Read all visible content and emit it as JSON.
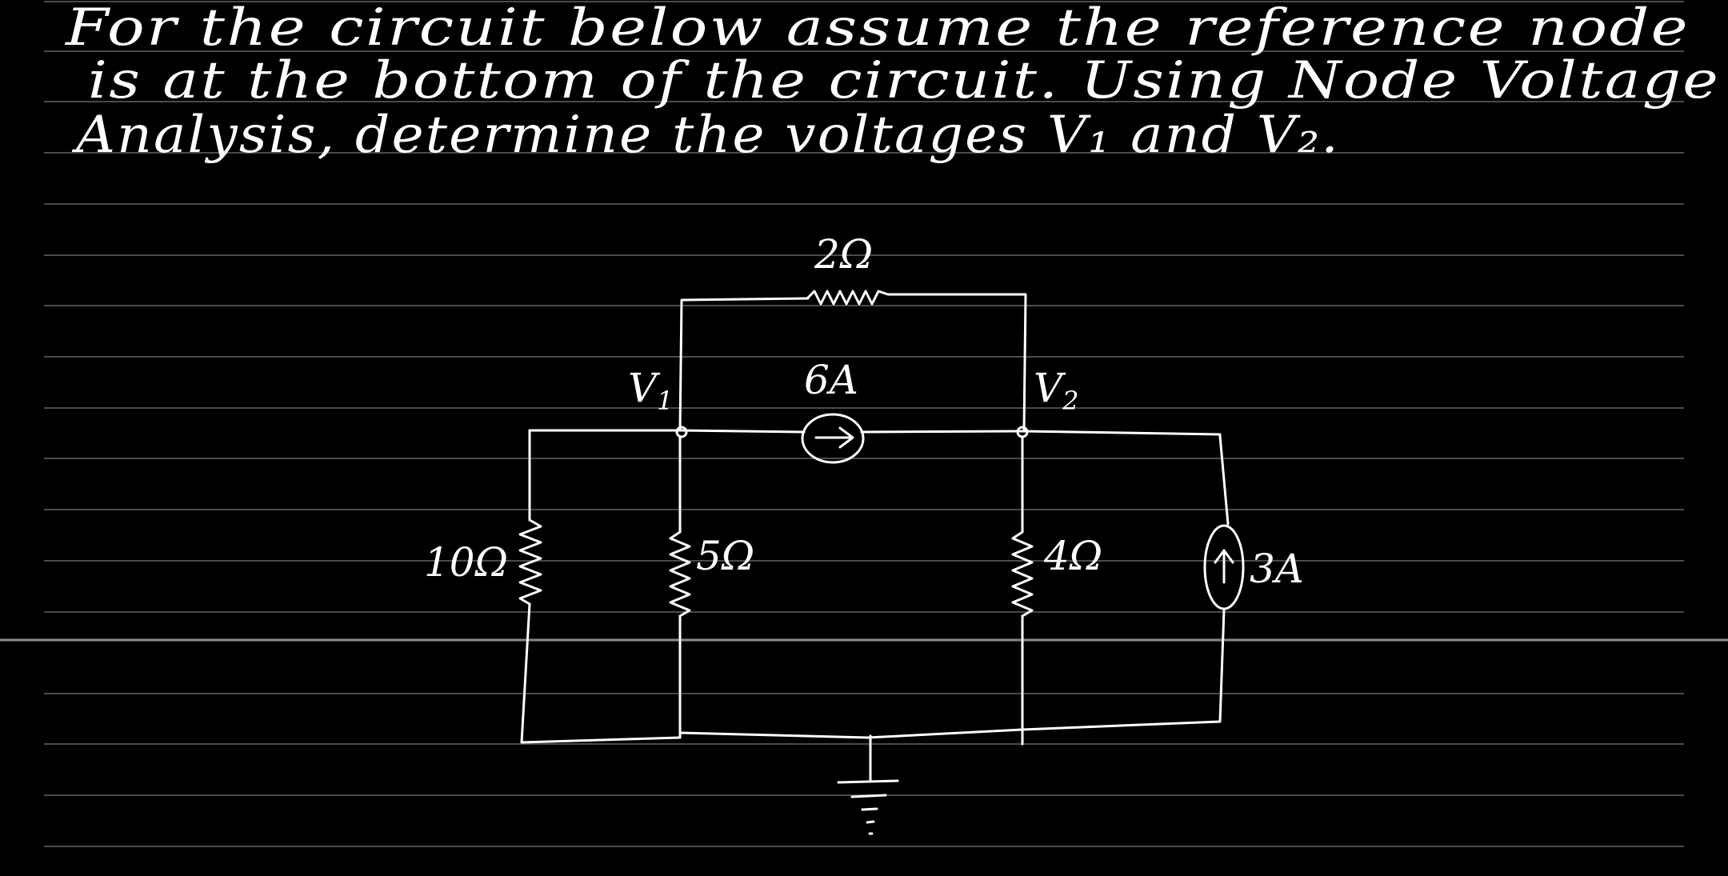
{
  "page": {
    "background": "#000000",
    "ink_color": "#ffffff",
    "rule_color": "#4a4a4a"
  },
  "problem": {
    "lines": [
      "For the circuit below assume the reference node",
      "is at the bottom of the circuit. Using Node Voltage",
      "Analysis, determine the voltages V₁ and V₂."
    ]
  },
  "circuit": {
    "resistor_top": "2Ω",
    "current_source_middle": "6A",
    "node_1": {
      "letter": "V",
      "sub": "1"
    },
    "node_2": {
      "letter": "V",
      "sub": "2"
    },
    "resistor_left": "10Ω",
    "resistor_v1": "5Ω",
    "resistor_v2": "4Ω",
    "current_source_right": "3A",
    "ground_icon": "ground-symbol"
  }
}
